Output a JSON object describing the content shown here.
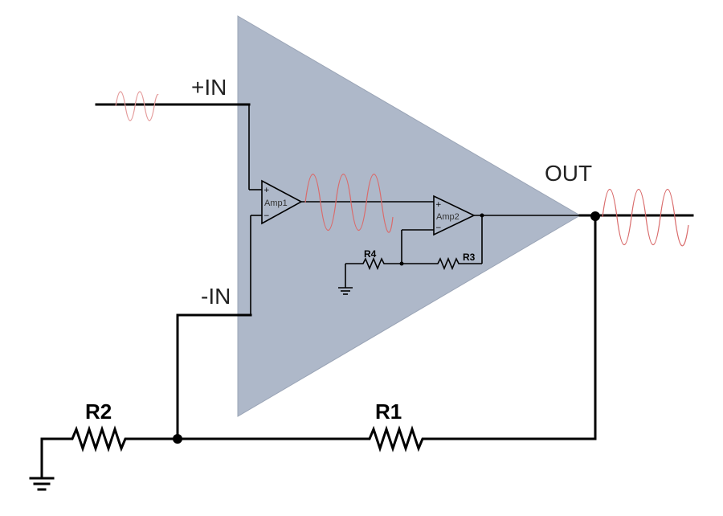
{
  "colors": {
    "body_fill": "#aeb8c9",
    "body_stroke": "#8c96a8",
    "wire": "#000000",
    "wave": "#d96b6b",
    "inner_amp_fill": "#aeb8c9"
  },
  "labels": {
    "plus_in": "+IN",
    "minus_in": "-IN",
    "out": "OUT",
    "r1": "R1",
    "r2": "R2",
    "r3": "R3",
    "r4": "R4",
    "amp1": "Amp1",
    "amp2": "Amp2",
    "plus_sign": "+",
    "minus_sign": "−"
  },
  "icons": {
    "ground_main": "ground-icon",
    "ground_inner": "ground-icon",
    "junction": "junction-dot-icon"
  }
}
